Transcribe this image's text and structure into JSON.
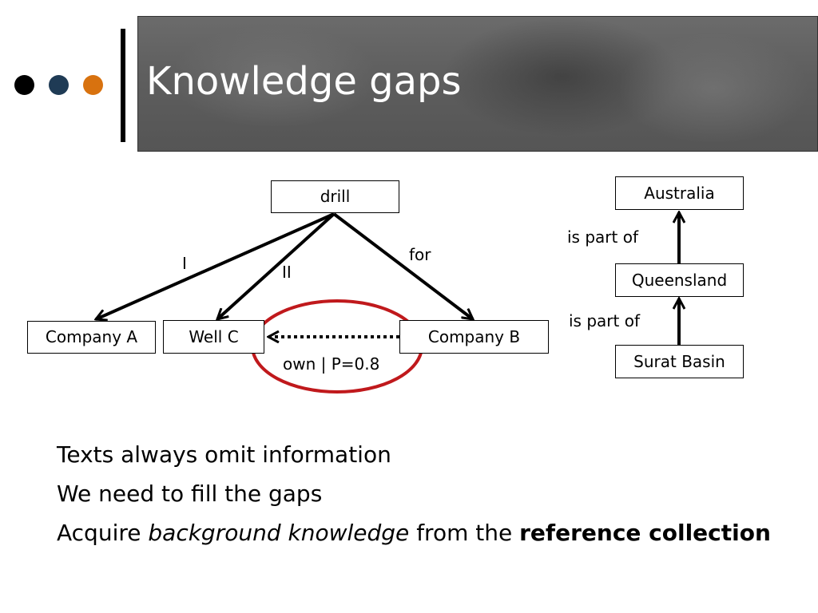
{
  "slide": {
    "title": "Knowledge gaps",
    "accent_dots": [
      "#000000",
      "#1f3b55",
      "#d8720f"
    ]
  },
  "diagram": {
    "nodes": {
      "drill": "drill",
      "company_a": "Company A",
      "well_c": "Well C",
      "company_b": "Company B",
      "australia": "Australia",
      "queensland": "Queensland",
      "surat_basin": "Surat Basin"
    },
    "edge_labels": {
      "i": "I",
      "ii": "II",
      "for": "for",
      "own": "own | P=0.8",
      "is_part_of_1": "is part of",
      "is_part_of_2": "is part of"
    },
    "highlight_color": "#c0191c"
  },
  "bullets": {
    "line1": "Texts always omit information",
    "line2": "We need to fill the gaps",
    "line3_prefix": "Acquire ",
    "line3_italic": "background knowledge",
    "line3_middle": " from the ",
    "line3_bold": "reference collection"
  }
}
